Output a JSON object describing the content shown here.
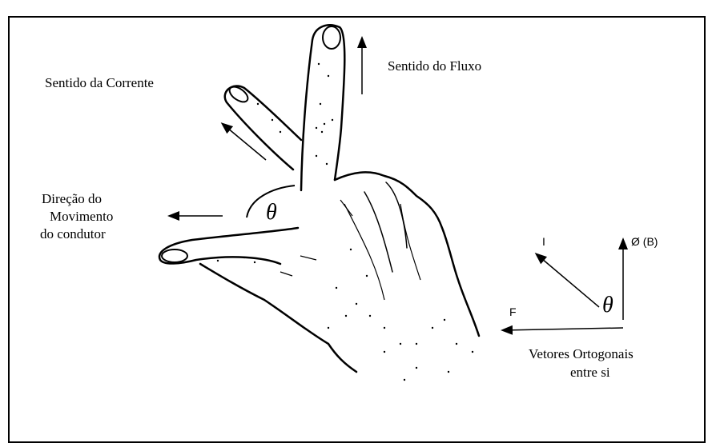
{
  "labels": {
    "current_direction": "Sentido da Corrente",
    "flux_direction": "Sentido do Fluxo",
    "motion_line1": "Direção do",
    "motion_line2": "Movimento",
    "motion_line3": "do condutor",
    "orthogonal_line1": "Vetores Ortogonais",
    "orthogonal_line2": "entre si"
  },
  "symbols": {
    "theta_hand": "θ",
    "theta_vectors": "θ",
    "vector_i": "I",
    "vector_f": "F",
    "vector_b": "Ø  (B)"
  },
  "colors": {
    "ink": "#000000",
    "background": "#ffffff"
  }
}
